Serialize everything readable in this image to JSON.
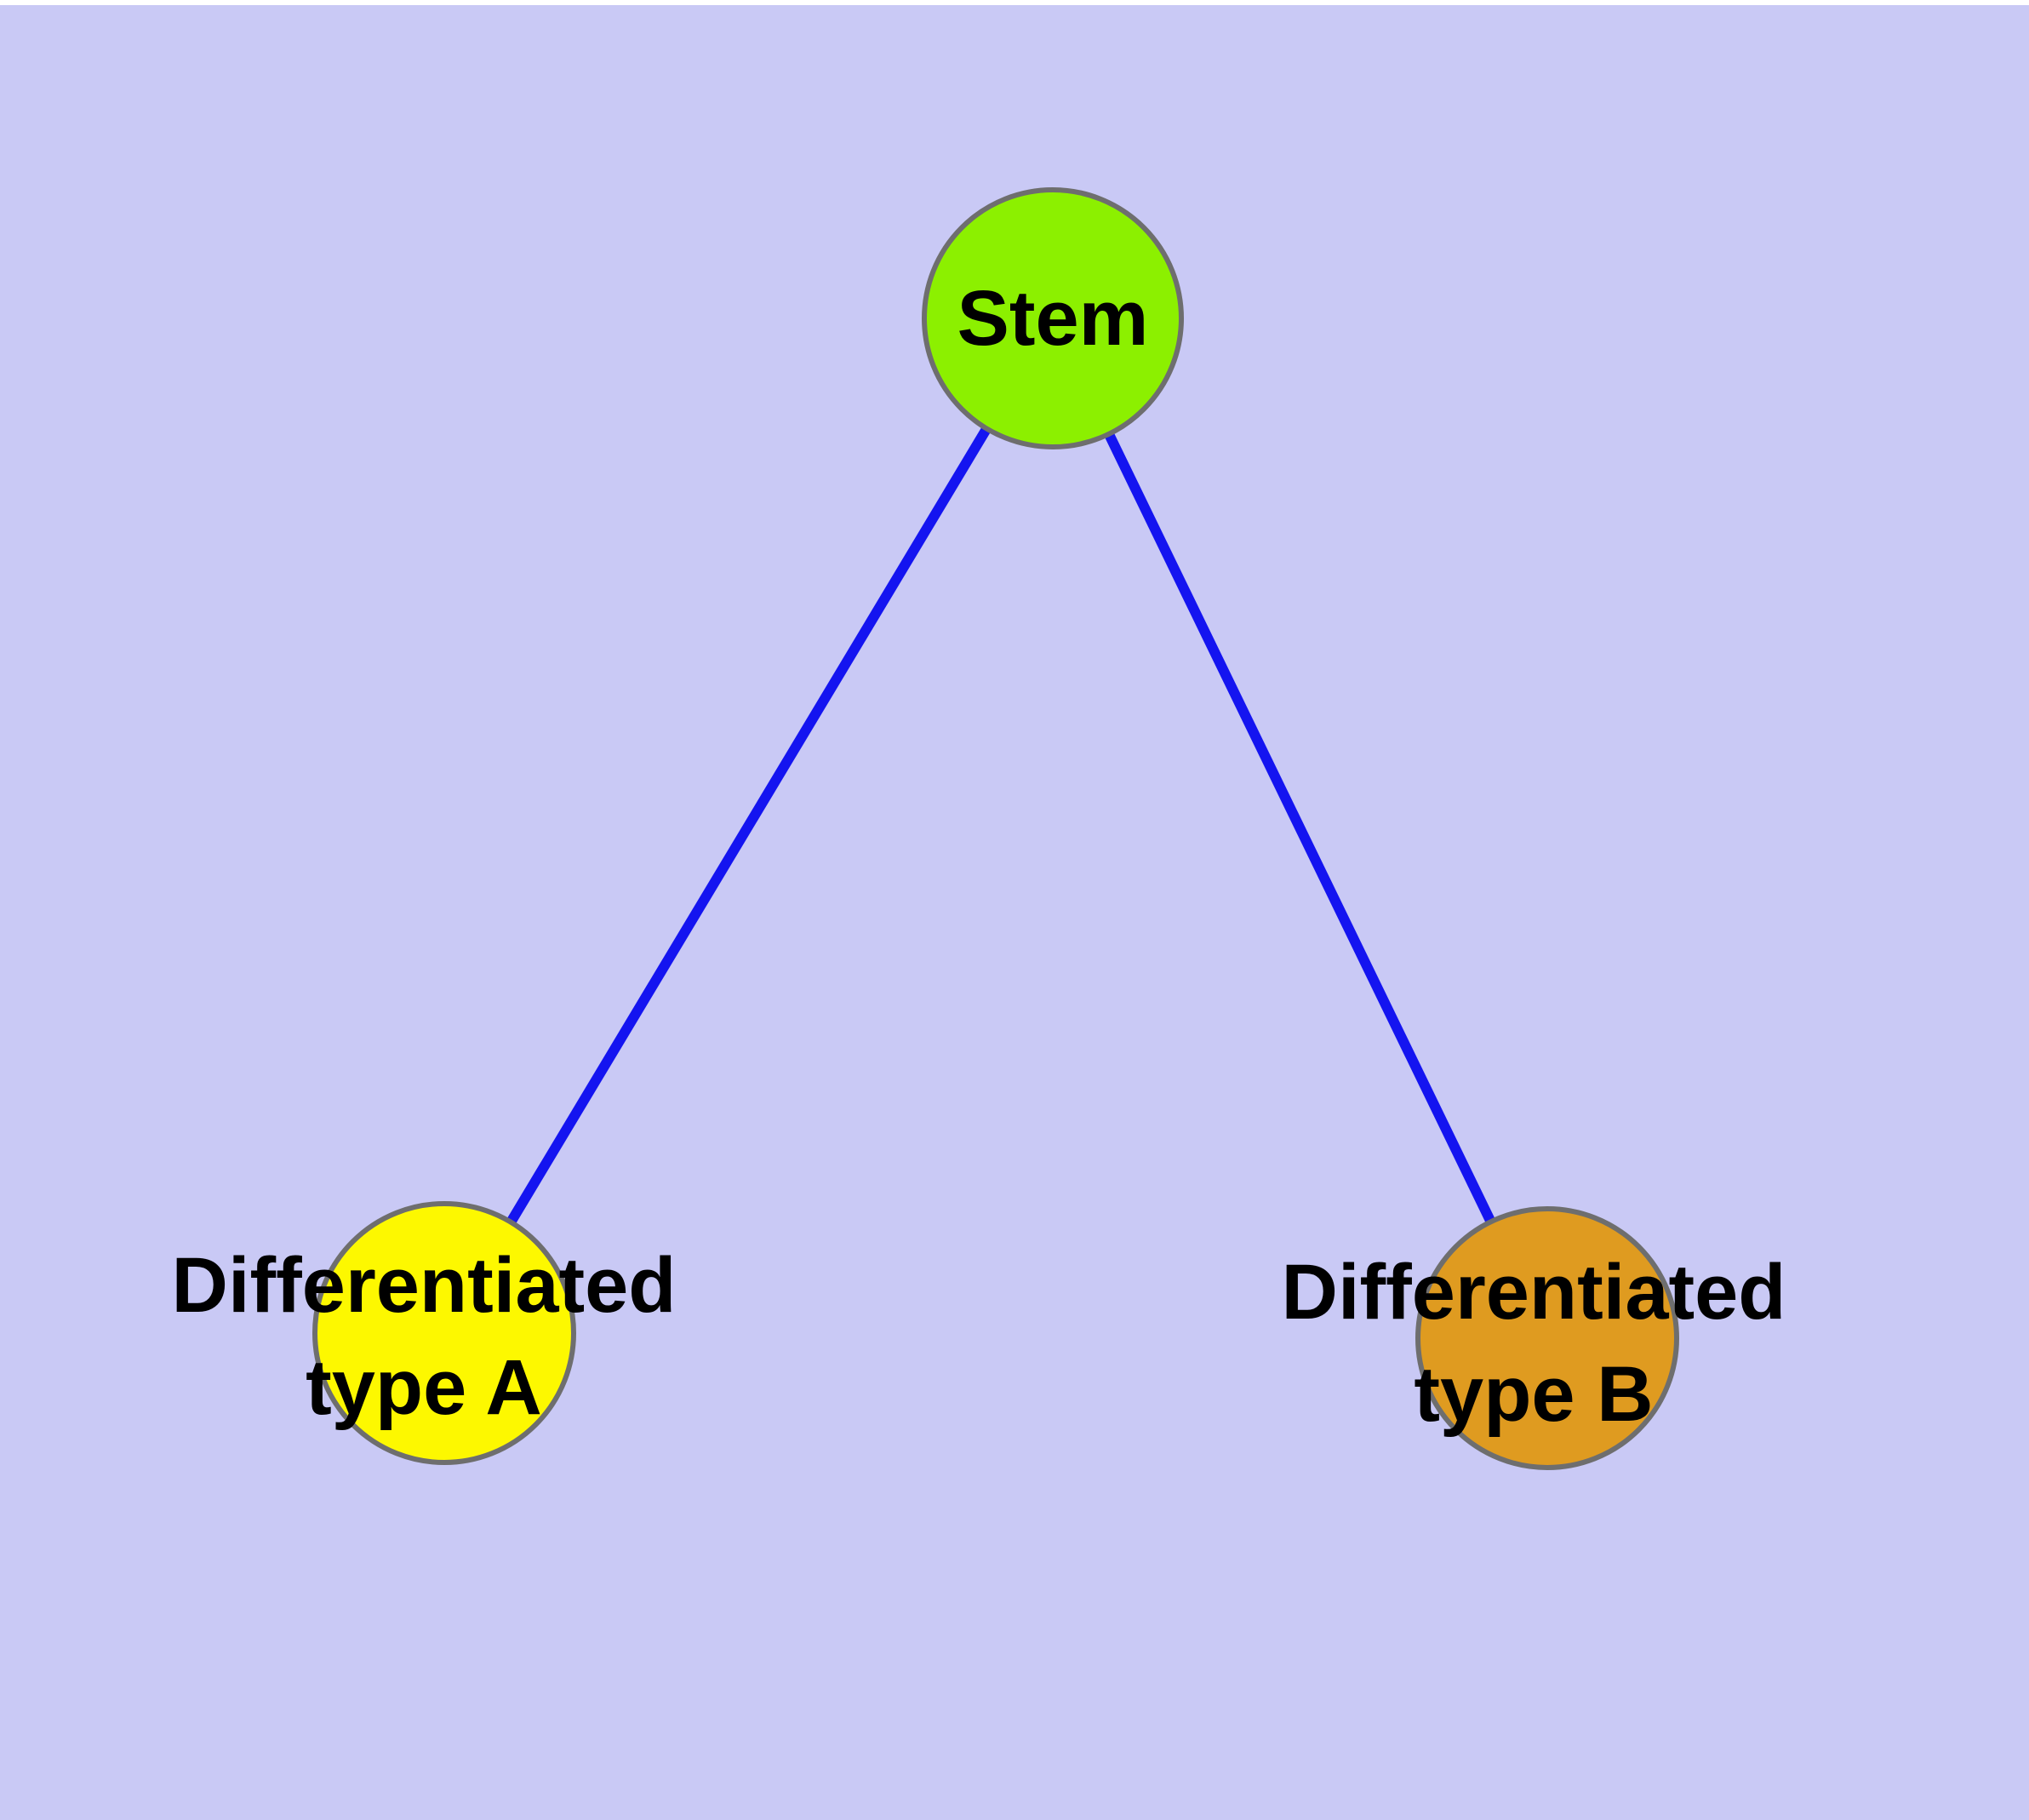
{
  "canvas": {
    "background_color": "#c9c9f5",
    "frame_color": "#ffffff",
    "node_border_color": "#6e6e6e"
  },
  "graph": {
    "type": "undirected-tree",
    "edges": {
      "color": "#1414f0",
      "list": [
        {
          "from": "stem",
          "to": "type_a"
        },
        {
          "from": "stem",
          "to": "type_b"
        }
      ]
    },
    "nodes": {
      "stem": {
        "label": "Stem",
        "color": "#8cf000"
      },
      "type_a": {
        "label": "Differentiated\ntype A",
        "color": "#fdf800"
      },
      "type_b": {
        "label": "Differentiated\ntype B",
        "color": "#df9b20"
      }
    }
  }
}
